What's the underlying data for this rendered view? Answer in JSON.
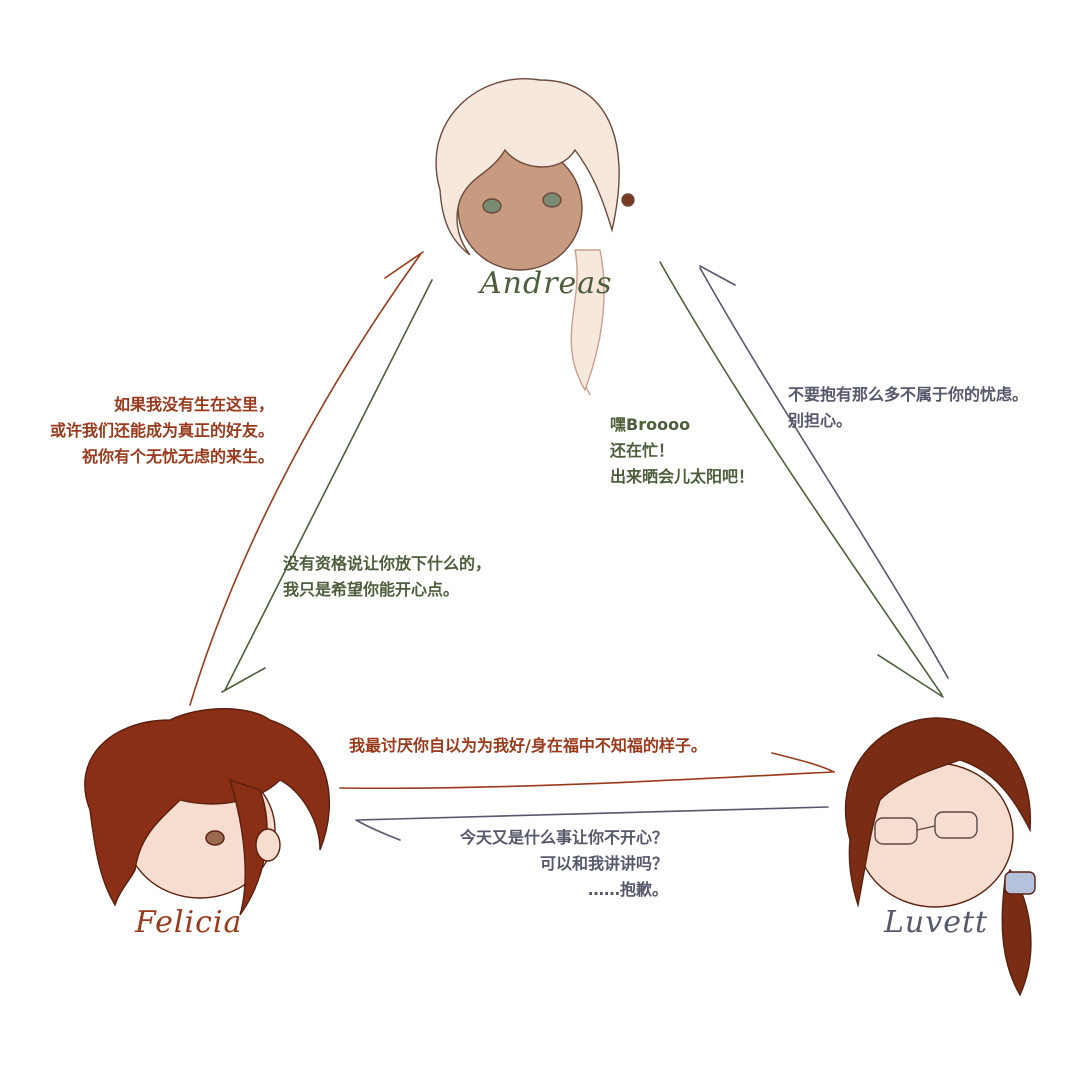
{
  "characters": {
    "top": {
      "name": "Andreas"
    },
    "left": {
      "name": "Felicia"
    },
    "right": {
      "name": "Luvett"
    }
  },
  "messages": {
    "felicia_to_andreas": [
      "如果我没有生在这里，",
      "或许我们还能成为真正的好友。",
      "祝你有个无忧无虑的来生。"
    ],
    "andreas_to_felicia": [
      "没有资格说让你放下什么的，",
      "我只是希望你能开心点。"
    ],
    "andreas_to_luvett": [
      "嘿Broooo",
      "还在忙！",
      "出来晒会儿太阳吧！"
    ],
    "luvett_to_andreas": [
      "不要抱有那么多不属于你的忧虑。",
      "别担心。"
    ],
    "felicia_to_luvett": [
      "我最讨厌你自以为为我好/身在福中不知福的样子。"
    ],
    "luvett_to_felicia": [
      "今天又是什么事让你不开心？",
      "可以和我讲讲吗？",
      "……抱歉。"
    ]
  },
  "colors": {
    "felicia": "#9a3a1c",
    "andreas": "#4e5e3c",
    "luvett": "#56586c",
    "felicia_hair": "#8a2e16",
    "luvett_hair": "#7a2c14",
    "andreas_hair": "#f7e8de",
    "andreas_skin": "#c89a80",
    "skin": "#f6ddd0"
  }
}
